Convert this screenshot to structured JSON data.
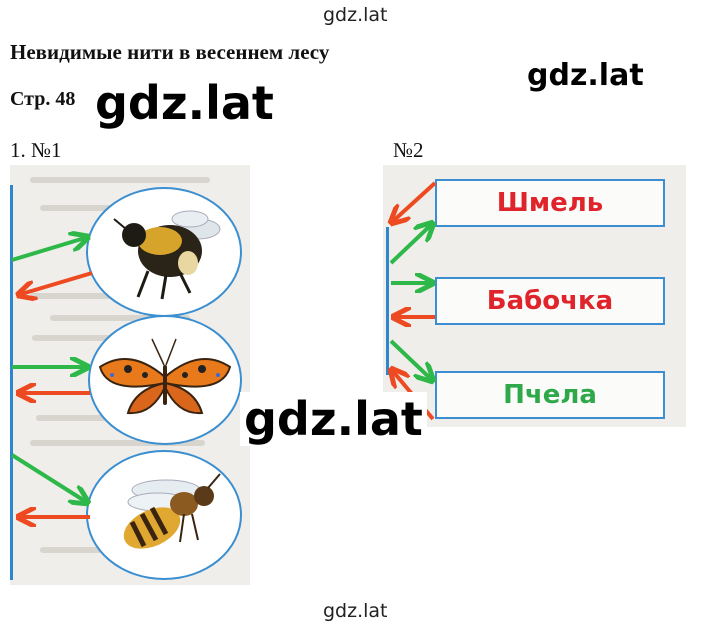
{
  "watermarks": {
    "top": "gdz.lat",
    "right": "gdz.lat",
    "beside_page": "gdz.lat",
    "center": "gdz.lat",
    "bottom": "gdz.lat"
  },
  "header": {
    "title": "Невидимые нити в весеннем лесу",
    "page": "Стр. 48"
  },
  "task1": {
    "label": "1. №1",
    "insects": [
      "bumblebee-image",
      "butterfly-image",
      "bee-image"
    ]
  },
  "task2": {
    "label": "№2",
    "boxes": [
      {
        "label": "Шмель",
        "color": "#e0242b"
      },
      {
        "label": "Бабочка",
        "color": "#e0242b"
      },
      {
        "label": "Пчела",
        "color": "#2fa84a"
      }
    ]
  },
  "colors": {
    "outline_blue": "#3b8fd0",
    "arrow_green": "#2fb84a",
    "arrow_red": "#ee4a22"
  }
}
